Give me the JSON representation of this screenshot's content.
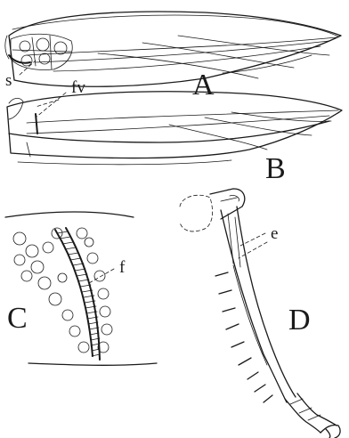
{
  "figure": {
    "panel_labels": {
      "A": "A",
      "B": "B",
      "C": "C",
      "D": "D"
    },
    "part_labels": {
      "s": "s",
      "fv": "fv",
      "f": "f",
      "e": "e"
    }
  }
}
